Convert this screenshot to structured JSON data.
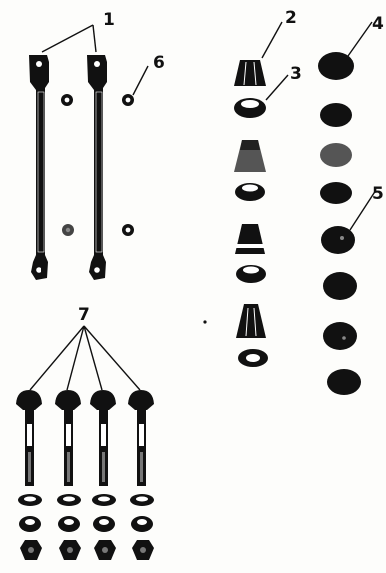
{
  "callouts": {
    "c1": "1",
    "c2": "2",
    "c3": "3",
    "c4": "4",
    "c5": "5",
    "c6": "6",
    "c7": "7"
  },
  "colors": {
    "ink": "#111111",
    "paper": "#fdfdfb",
    "grey": "#6b6b6b"
  }
}
